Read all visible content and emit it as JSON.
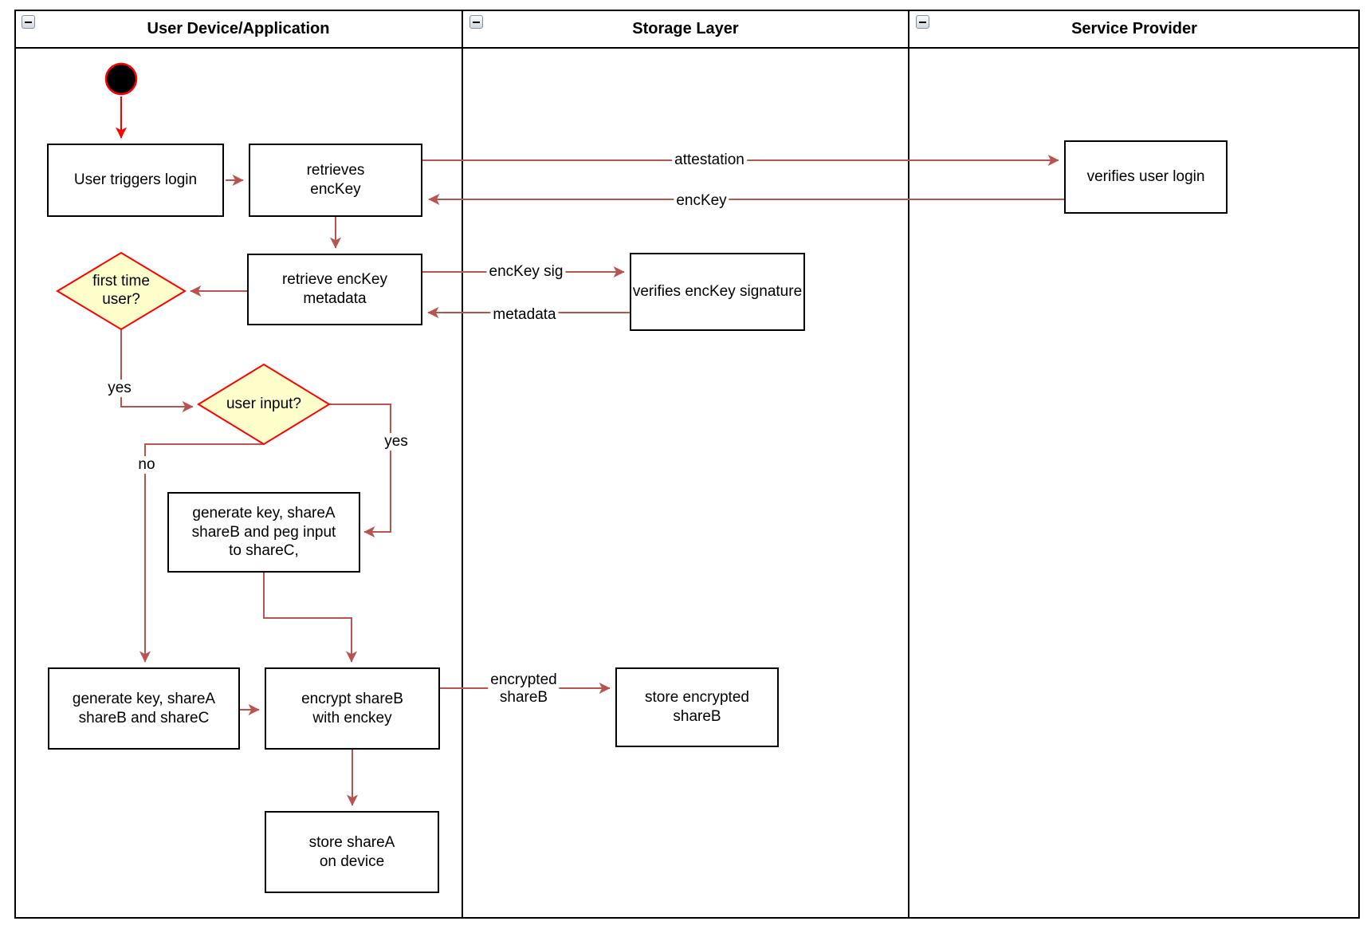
{
  "pool": {
    "lanes": [
      {
        "title": "User Device/Application"
      },
      {
        "title": "Storage Layer"
      },
      {
        "title": "Service Provider"
      }
    ]
  },
  "nodes": {
    "user_triggers_login": "User triggers login",
    "retrieves_enckey": "retrieves\nencKey",
    "verifies_user_login": "verifies user login",
    "retrieve_enckey_metadata": "retrieve encKey\nmetadata",
    "verifies_enckey_signature": "verifies encKey signature",
    "first_time_user": "first time\nuser?",
    "user_input": "user input?",
    "generate_key_peg_input": "generate key, shareA\nshareB and peg input\nto shareC,",
    "generate_key_abc": "generate key, shareA\nshareB and shareC",
    "encrypt_shareb": "encrypt shareB\nwith enckey",
    "store_encrypted_shareb": "store encrypted\nshareB",
    "store_sharea": "store shareA\non device"
  },
  "edge_labels": {
    "attestation": "attestation",
    "enckey": "encKey",
    "enckey_sig": "encKey sig",
    "metadata": "metadata",
    "encrypted_shareb": "encrypted\nshareB",
    "yes_first_time": "yes",
    "yes_user_input": "yes",
    "no_user_input": "no"
  },
  "colors": {
    "edge_arrow": "#B85450",
    "start_arrow": "#FF0000",
    "start_fill": "#000000",
    "decision_fill": "#FFFFCC",
    "decision_border": "#FF0000",
    "shape_border": "#000000",
    "background": "#FFFFFF"
  }
}
